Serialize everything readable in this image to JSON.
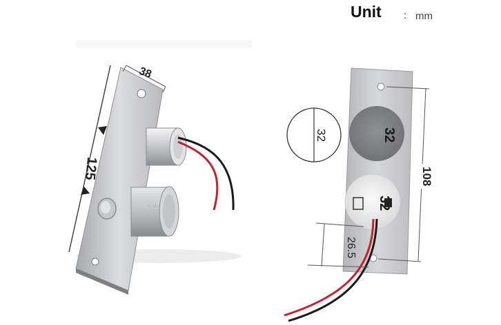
{
  "units": {
    "label": "Unit",
    "separator": ":",
    "value": "mm"
  },
  "left_view": {
    "width_dim": "38",
    "height_dim": "125"
  },
  "right_view": {
    "diameter_dim": "32",
    "cap_top_label": "32",
    "cap_bottom_label": "32",
    "height_dim": "108",
    "spacing_dim": "26.5"
  },
  "colors": {
    "steel_light": "#d9dadc",
    "steel_dark": "#9a9b9e",
    "wire_red": "#c8202a",
    "wire_black": "#1a1a1a",
    "dim_line": "#555555"
  }
}
